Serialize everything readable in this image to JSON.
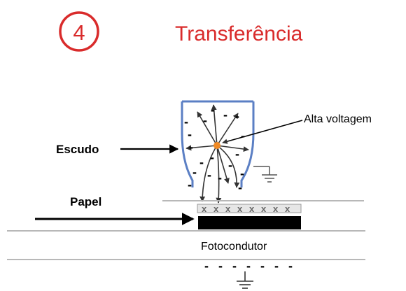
{
  "step": {
    "number": "4",
    "title": "Transferência",
    "accent_color": "#d92b2b"
  },
  "labels": {
    "shield": "Escudo",
    "high_voltage": "Alta voltagem",
    "paper": "Papel",
    "photoconductor": "Fotocondutor"
  },
  "colors": {
    "shield": "#5b7fc4",
    "wire": "#f08a24",
    "lines": "#b8b8b8",
    "ink": "#000000"
  },
  "symbols": {
    "negative_charge": "-",
    "toner_mark": "x"
  }
}
